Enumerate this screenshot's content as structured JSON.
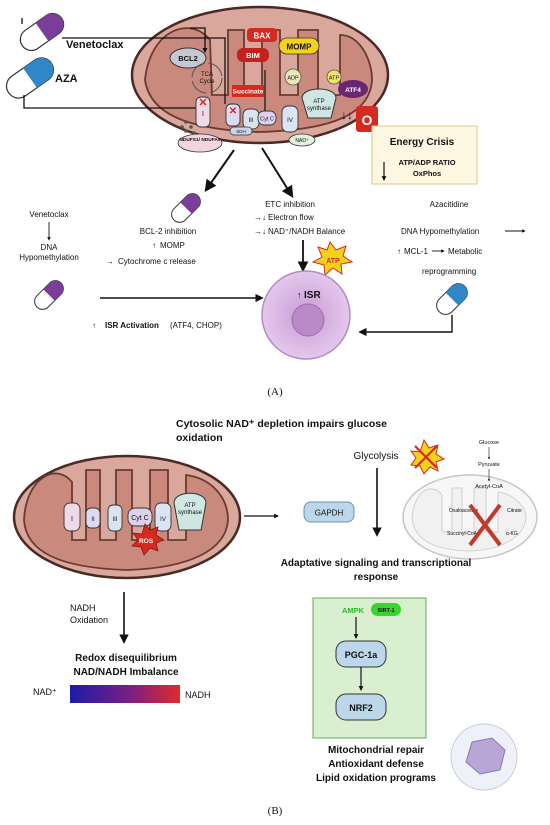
{
  "panel_a": {
    "drug_venetoclax": "Venetoclax",
    "drug_aza": "AZA",
    "bcl2": "BCL2",
    "tca_line1": "TCA",
    "tca_line2": "Cycle",
    "bax": "BAX",
    "bim": "BIM",
    "momp": "MOMP",
    "succinate": "Succinate",
    "adp": "ADP",
    "atp": "ATP",
    "atf4": "ATF4",
    "atp_synthase_1": "ATP",
    "atp_synthase_2": "synthase",
    "complex_i": "I",
    "complex_iii": "III",
    "complex_iv": "IV",
    "sdh": "SDH",
    "cyt_c": "Cyt C",
    "nad_plus": "NAD⁺",
    "ndufs": "NDUFS1/ NDUFA9",
    "energy_crisis_title": "Energy Crisis",
    "energy_crisis_line1": "ATP/ADP RATIO",
    "energy_crisis_line2": "OxPhos",
    "venetoclax_label": "Venetoclax",
    "dna_line1": "DNA",
    "dna_line2": "Hypomethylation",
    "bcl2_inhibition": "BCL-2 inhibition",
    "momp_label": "MOMP",
    "cytc_release": "Cytochrome c release",
    "etc_inhibition": "ETC inhibition",
    "electron_flow": "Electron flow",
    "nad_balance": "NAD⁺/NADH Balance",
    "atp_burst": "ATP",
    "azacitidine": "Azacitidine",
    "aza_dna_hypo": "DNA Hypomethylation",
    "mcl1": "MCL-1",
    "metabolic": "Metabolic",
    "reprogramming": "reprogramming",
    "isr": "ISR",
    "isr_activation_bold": "ISR Activation",
    "isr_activation_rest": "(ATF4, CHOP)",
    "caption": "(A)"
  },
  "panel_b": {
    "title_line1": "Cytosolic NAD⁺ depletion impairs glucose",
    "title_line2": "oxidation",
    "complex_i": "I",
    "complex_ii": "II",
    "complex_iii": "III",
    "cyt_c": "Cyt C",
    "complex_iv": "IV",
    "atp_synthase_1": "ATP",
    "atp_synthase_2": "synthase",
    "ros": "ROS",
    "glycolysis": "Glycolysis",
    "gapdh": "GAPDH",
    "glucose": "Glucose",
    "pyruvate": "Pyruvate",
    "acetyl_coa": "Acetyl-CoA",
    "oxaloacetate": "Oxaloacetate",
    "citrate": "Citrate",
    "succinyl_coa": "Succinyl-CoA",
    "akg": "α-KG",
    "adaptive_line1": "Adaptative signaling and transcriptional",
    "adaptive_line2": "response",
    "nadh_line1": "NADH",
    "nadh_line2": "Oxidation",
    "redox_line1": "Redox disequilibrium",
    "redox_line2": "NAD/NADH Imbalance",
    "gradient_left": "NAD⁺",
    "gradient_right": "NADH",
    "ampk": "AMPK",
    "sirt1": "SIRT-1",
    "pgc1a": "PGC-1a",
    "nrf2": "NRF2",
    "outcome_line1": "Mitochondrial repair",
    "outcome_line2": "Antioxidant defense",
    "outcome_line3": "Lipid oxidation programs",
    "caption": "(B)"
  },
  "colors": {
    "mito_outer": "#d9a79b",
    "mito_inner": "#b97568",
    "mito_stroke": "#4a2a24",
    "drug_purple": "#7a3d99",
    "drug_blue": "#2f87c8",
    "bax_red": "#d52a1f",
    "momp_yellow": "#f3d21b",
    "gradient_start": "#1d1ca8",
    "gradient_end": "#e12b2b",
    "green_box": "#d9efd0",
    "green_pill": "#39d42e",
    "node_blue": "#bcd6ea",
    "cell_purple": "#d9b7e4"
  }
}
